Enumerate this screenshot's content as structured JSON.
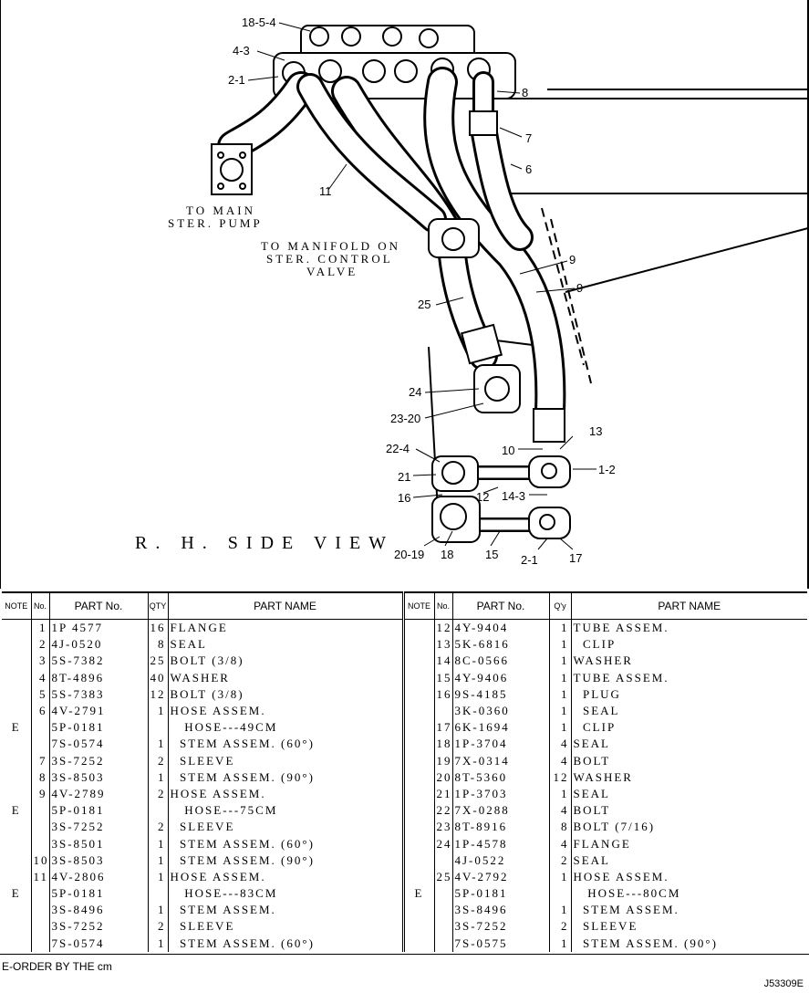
{
  "diagram": {
    "callouts": [
      "18-5-4",
      "4-3",
      "2-1",
      "8",
      "7",
      "6",
      "11",
      "9",
      "9",
      "25",
      "24",
      "23-20",
      "22-4",
      "21",
      "16",
      "12",
      "13",
      "1-2",
      "14-3",
      "10",
      "20-19",
      "18",
      "15",
      "2-1",
      "17"
    ],
    "notes": {
      "main_pump": [
        "TO MAIN",
        "STER. PUMP"
      ],
      "manifold": [
        "TO MANIFOLD ON",
        "STER. CONTROL",
        "VALVE"
      ]
    },
    "view_title": "R. H.   SIDE VIEW"
  },
  "table": {
    "headers": {
      "note": "NOTE",
      "no": "No.",
      "part_no": "PART No.",
      "qty": "QTY",
      "part_name": "PART NAME",
      "note2": "NOTE",
      "no2": "No.",
      "part_no2": "PART No.",
      "qty2": "Q'y",
      "part_name2": "PART NAME"
    },
    "rows": [
      {
        "l": [
          "",
          "1",
          "1P 4577",
          "16",
          "FLANGE"
        ],
        "r": [
          "",
          "12",
          "4Y-9404",
          "1",
          "TUBE ASSEM."
        ]
      },
      {
        "l": [
          "",
          "2",
          "4J-0520",
          "8",
          "SEAL"
        ],
        "r": [
          "",
          "13",
          "5K-6816",
          "1",
          "  CLIP"
        ]
      },
      {
        "l": [
          "",
          "3",
          "5S-7382",
          "25",
          "BOLT (3/8)"
        ],
        "r": [
          "",
          "14",
          "8C-0566",
          "1",
          "WASHER"
        ]
      },
      {
        "l": [
          "",
          "4",
          "8T-4896",
          "40",
          "WASHER"
        ],
        "r": [
          "",
          "15",
          "4Y-9406",
          "1",
          "TUBE ASSEM."
        ]
      },
      {
        "l": [
          "",
          "5",
          "5S-7383",
          "12",
          "BOLT (3/8)"
        ],
        "r": [
          "",
          "16",
          "9S-4185",
          "1",
          "  PLUG"
        ]
      },
      {
        "l": [
          "",
          "6",
          "4V-2791",
          "1",
          "HOSE ASSEM."
        ],
        "r": [
          "",
          "",
          "3K-0360",
          "1",
          "  SEAL"
        ]
      },
      {
        "l": [
          "E",
          "",
          "5P-0181",
          "",
          "   HOSE---49CM"
        ],
        "r": [
          "",
          "17",
          "6K-1694",
          "1",
          "  CLIP"
        ]
      },
      {
        "l": [
          "",
          "",
          "7S-0574",
          "1",
          "  STEM ASSEM. (60°)"
        ],
        "r": [
          "",
          "18",
          "1P-3704",
          "4",
          "SEAL"
        ]
      },
      {
        "l": [
          "",
          "7",
          "3S-7252",
          "2",
          "  SLEEVE"
        ],
        "r": [
          "",
          "19",
          "7X-0314",
          "4",
          "BOLT"
        ]
      },
      {
        "l": [
          "",
          "8",
          "3S-8503",
          "1",
          "  STEM ASSEM. (90°)"
        ],
        "r": [
          "",
          "20",
          "8T-5360",
          "12",
          "WASHER"
        ]
      },
      {
        "l": [
          "",
          "9",
          "4V-2789",
          "2",
          "HOSE ASSEM."
        ],
        "r": [
          "",
          "21",
          "1P-3703",
          "1",
          "SEAL"
        ]
      },
      {
        "l": [
          "E",
          "",
          "5P-0181",
          "",
          "   HOSE---75CM"
        ],
        "r": [
          "",
          "22",
          "7X-0288",
          "4",
          "BOLT"
        ]
      },
      {
        "l": [
          "",
          "",
          "3S-7252",
          "2",
          "  SLEEVE"
        ],
        "r": [
          "",
          "23",
          "8T-8916",
          "8",
          "BOLT (7/16)"
        ]
      },
      {
        "l": [
          "",
          "",
          "3S-8501",
          "1",
          "  STEM ASSEM. (60°)"
        ],
        "r": [
          "",
          "24",
          "1P-4578",
          "4",
          "FLANGE"
        ]
      },
      {
        "l": [
          "",
          "10",
          "3S-8503",
          "1",
          "  STEM ASSEM. (90°)"
        ],
        "r": [
          "",
          "",
          "4J-0522",
          "2",
          "SEAL"
        ]
      },
      {
        "l": [
          "",
          "11",
          "4V-2806",
          "1",
          "HOSE ASSEM."
        ],
        "r": [
          "",
          "25",
          "4V-2792",
          "1",
          "HOSE ASSEM."
        ]
      },
      {
        "l": [
          "E",
          "",
          "5P-0181",
          "",
          "   HOSE---83CM"
        ],
        "r": [
          "E",
          "",
          "5P-0181",
          "",
          "   HOSE---80CM"
        ]
      },
      {
        "l": [
          "",
          "",
          "3S-8496",
          "1",
          "  STEM ASSEM."
        ],
        "r": [
          "",
          "",
          "3S-8496",
          "1",
          "  STEM ASSEM."
        ]
      },
      {
        "l": [
          "",
          "",
          "3S-7252",
          "2",
          "  SLEEVE"
        ],
        "r": [
          "",
          "",
          "3S-7252",
          "2",
          "  SLEEVE"
        ]
      },
      {
        "l": [
          "",
          "",
          "7S-0574",
          "1",
          "  STEM ASSEM. (60°)"
        ],
        "r": [
          "",
          "",
          "7S-0575",
          "1",
          "  STEM ASSEM. (90°)"
        ]
      }
    ]
  },
  "footer": {
    "note": "E-ORDER BY THE cm",
    "code": "J53309E"
  }
}
